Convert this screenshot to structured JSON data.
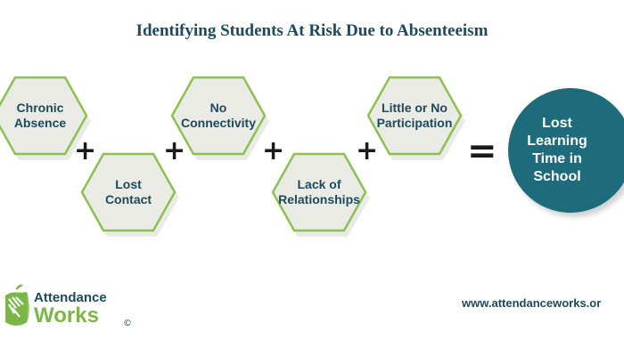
{
  "title": "Identifying Students At Risk Due to Absenteeism",
  "factors": [
    {
      "label": "Chronic\nAbsence"
    },
    {
      "label": "Lost\nContact"
    },
    {
      "label": "No\nConnectivity"
    },
    {
      "label": "Lack of\nRelationships"
    },
    {
      "label": "Little or No\nParticipation"
    }
  ],
  "operators": {
    "plus": "+",
    "equals": "="
  },
  "result": {
    "label": "Lost\nLearning\nTime in\nSchool"
  },
  "logo": {
    "line1": "Attendance",
    "line2": "Works",
    "copyright": "©"
  },
  "url": "www.attendanceworks.or",
  "colors": {
    "hex_fill": "#ebebe6",
    "hex_border": "#8cc152",
    "text_dark": "#1c4a5c",
    "circle": "#1e6b7b",
    "logo_green": "#7ab648"
  }
}
